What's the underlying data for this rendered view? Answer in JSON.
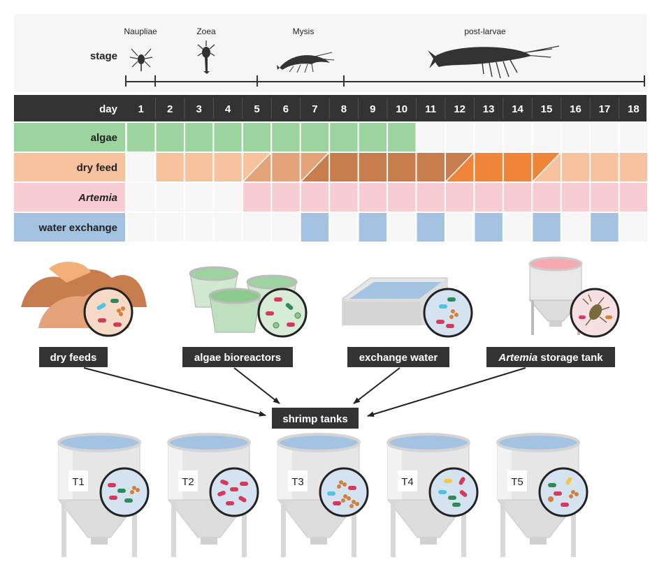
{
  "stage_header": {
    "label": "stage",
    "stages": [
      {
        "name": "Naupliae",
        "from_day": 1,
        "to_day": 1
      },
      {
        "name": "Zoea",
        "from_day": 2,
        "to_day": 4
      },
      {
        "name": "Mysis",
        "from_day": 5,
        "to_day": 7
      },
      {
        "name": "post-larvae",
        "from_day": 8,
        "to_day": 18
      }
    ]
  },
  "schedule": {
    "day_label": "day",
    "days": [
      "1",
      "2",
      "3",
      "4",
      "5",
      "6",
      "7",
      "8",
      "9",
      "10",
      "11",
      "12",
      "13",
      "14",
      "15",
      "16",
      "17",
      "18"
    ],
    "rows": [
      {
        "key": "algae",
        "label": "algae",
        "italic": false,
        "cells": [
          "algae",
          "algae",
          "algae",
          "algae",
          "algae",
          "algae",
          "algae",
          "algae",
          "algae",
          "algae",
          "none",
          "none",
          "none",
          "none",
          "none",
          "none",
          "none",
          "none"
        ]
      },
      {
        "key": "dryfeed",
        "label": "dry feed",
        "italic": false,
        "cells": [
          "none",
          "light",
          "light",
          "light",
          "light>medium",
          "medium",
          "medium>dark",
          "dark",
          "dark",
          "dark",
          "dark",
          "dark>orange",
          "orange",
          "orange",
          "orange>light",
          "light",
          "light",
          "light"
        ]
      },
      {
        "key": "artemia",
        "label": "Artemia",
        "italic": true,
        "cells": [
          "none",
          "none",
          "none",
          "none",
          "pink",
          "pink",
          "pink",
          "pink",
          "pink",
          "pink",
          "pink",
          "pink",
          "pink",
          "pink",
          "pink",
          "pink",
          "pink",
          "pink"
        ]
      },
      {
        "key": "water",
        "label": "water exchange",
        "italic": false,
        "cells": [
          "none",
          "none",
          "none",
          "none",
          "none",
          "none",
          "blue",
          "none",
          "blue",
          "none",
          "blue",
          "none",
          "blue",
          "none",
          "blue",
          "none",
          "blue",
          "none"
        ]
      }
    ]
  },
  "colors": {
    "header_bg": "#333333",
    "label_algae": "#9dd39e",
    "label_dryfeed": "#f7c29e",
    "label_artemia": "#f7ccd2",
    "label_water": "#a4c3e3",
    "algae": "#9dd39e",
    "light": "#f7c29e",
    "medium": "#e5a37a",
    "dark": "#c87d4f",
    "orange": "#ef8538",
    "pink": "#f7ccd2",
    "blue": "#a4c3e3",
    "none": "#f7f7f7"
  },
  "sources": {
    "labels": [
      {
        "key": "dry",
        "text": "dry feeds",
        "italic_prefix": ""
      },
      {
        "key": "algae",
        "text": "algae bioreactors",
        "italic_prefix": ""
      },
      {
        "key": "water",
        "text": "exchange water",
        "italic_prefix": ""
      },
      {
        "key": "artemia",
        "italic_prefix": "Artemia",
        "text": " storage tank"
      }
    ]
  },
  "hub": {
    "label": "shrimp tanks"
  },
  "tanks": [
    {
      "id": "T1"
    },
    {
      "id": "T2"
    },
    {
      "id": "T3"
    },
    {
      "id": "T4"
    },
    {
      "id": "T5"
    }
  ]
}
